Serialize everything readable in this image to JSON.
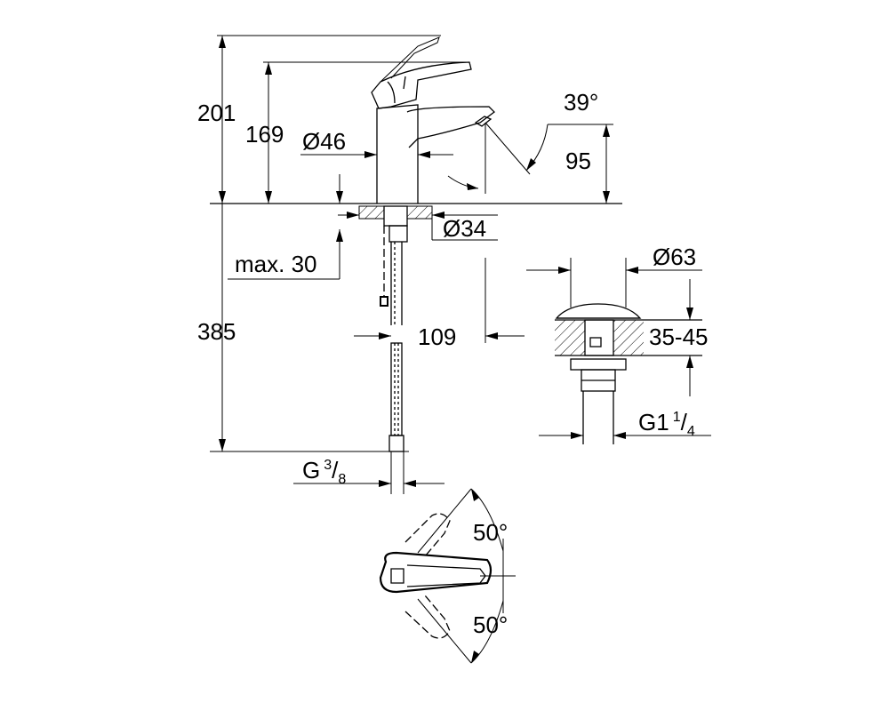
{
  "dims": {
    "total_height": "201",
    "handle_height": "169",
    "body_diameter": "Ø46",
    "spout_angle": "39°",
    "spout_height": "95",
    "hole_diameter": "Ø34",
    "max_thickness": "max. 30",
    "hose_length": "385",
    "reach": "109",
    "drain_diameter": "Ø63",
    "drain_range": "35-45",
    "drain_thread": {
      "prefix": "G1",
      "num": "1",
      "den": "4"
    },
    "hose_thread": {
      "prefix": "G",
      "num": "3",
      "den": "8"
    },
    "rot_top": "50°",
    "rot_bottom": "50°"
  }
}
